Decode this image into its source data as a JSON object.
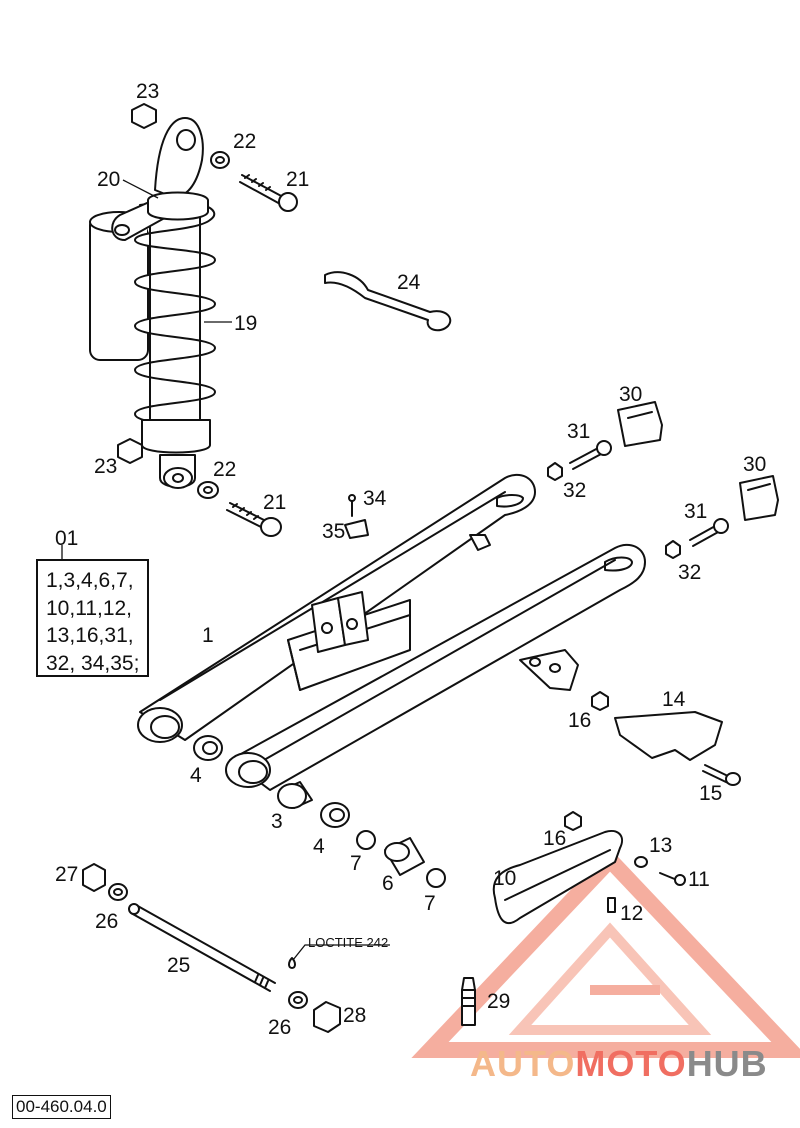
{
  "kit": {
    "number": "01",
    "lines": [
      "1,3,4,6,7,",
      "10,11,12,",
      "13,16,31,",
      "32, 34,35;"
    ]
  },
  "doc_number": "00-460.04.0",
  "loctite": "LOCTITE 242",
  "brand": {
    "part1": "AUTO",
    "part2": "MOTO",
    "part3": "HUB"
  },
  "callouts": {
    "p1": "1",
    "p3": "3",
    "p4a": "4",
    "p4b": "4",
    "p6": "6",
    "p7a": "7",
    "p7b": "7",
    "p10": "10",
    "p11": "11",
    "p12": "12",
    "p13": "13",
    "p14": "14",
    "p15": "15",
    "p16a": "16",
    "p16b": "16",
    "p19": "19",
    "p20": "20",
    "p21a": "21",
    "p21b": "21",
    "p22a": "22",
    "p22b": "22",
    "p23a": "23",
    "p23b": "23",
    "p24": "24",
    "p25": "25",
    "p26a": "26",
    "p26b": "26",
    "p27": "27",
    "p28": "28",
    "p29": "29",
    "p30a": "30",
    "p30b": "30",
    "p31a": "31",
    "p31b": "31",
    "p32a": "32",
    "p32b": "32",
    "p34": "34",
    "p35": "35"
  }
}
